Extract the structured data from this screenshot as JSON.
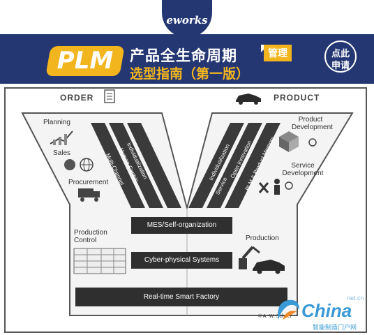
{
  "header": {
    "logo": "eworks",
    "plm": "PLM",
    "title": "产品全生命周期",
    "tag": "管理",
    "subtitle": "选型指南（第一版）",
    "click_line1": "点此",
    "click_line2": "申请"
  },
  "diagram": {
    "order": "ORDER",
    "product": "PRODUCT",
    "left_labels": [
      "Planning",
      "Sales",
      "Procurement",
      "Production Control"
    ],
    "right_labels": [
      "Product Development",
      "Service Development",
      "Production"
    ],
    "left_stripes": [
      "Individualization",
      "Human Centric",
      "Multi-Channel"
    ],
    "right_stripes": [
      "Individualization",
      "Open Innovation",
      "PLM & Product Memory",
      "Service"
    ],
    "bars": [
      "MES/Self-organization",
      "Cyber-physical Systems",
      "Real-time Smart Factory"
    ],
    "copyright": "© A.-W. Scheer"
  },
  "watermark": {
    "net": "net.cn",
    "name": "China",
    "sub": "智能制造门户网"
  },
  "colors": {
    "banner": "#253773",
    "accent": "#f2b51e",
    "dark": "#2f2f2f",
    "watermark": "#3a9ad5"
  }
}
